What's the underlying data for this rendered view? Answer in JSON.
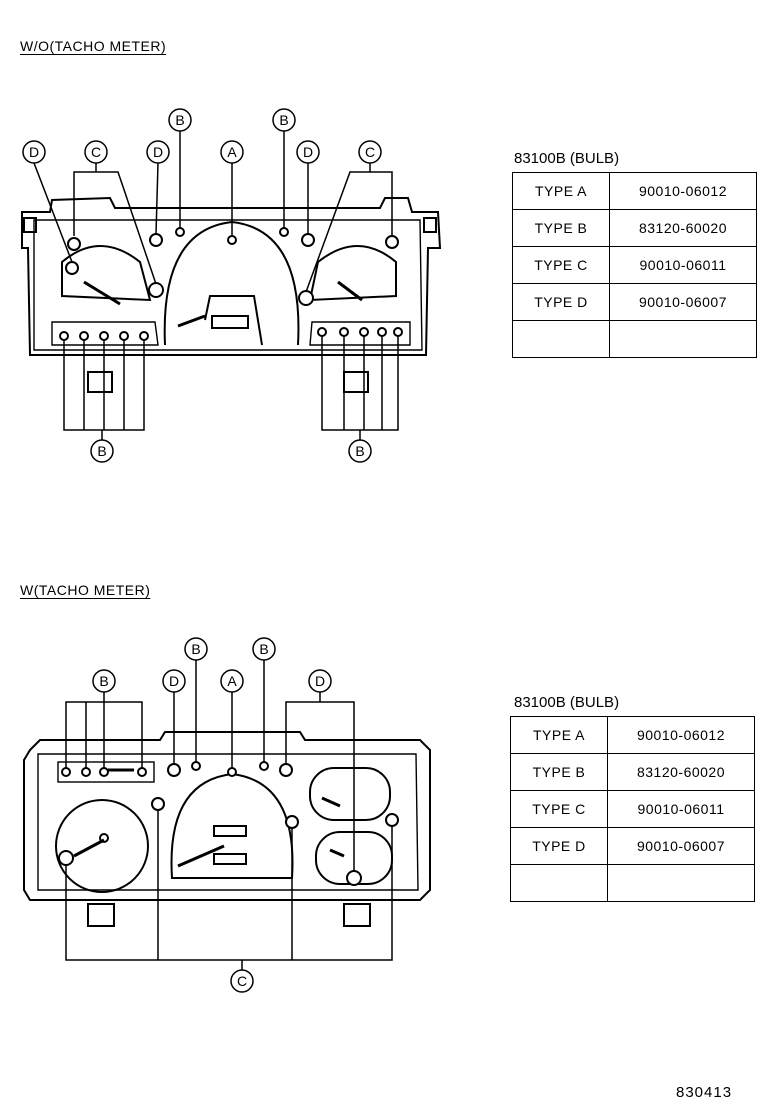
{
  "sections": [
    {
      "title": "W/O(TACHO METER)",
      "part_title": "83100B (BULB)",
      "bulbs": [
        {
          "type": "TYPE A",
          "part_no": "90010-06012"
        },
        {
          "type": "TYPE B",
          "part_no": "83120-60020"
        },
        {
          "type": "TYPE C",
          "part_no": "90010-06011"
        },
        {
          "type": "TYPE D",
          "part_no": "90010-06007"
        },
        {
          "type": "",
          "part_no": ""
        }
      ],
      "callouts": [
        "D",
        "C",
        "D",
        "B",
        "A",
        "B",
        "D",
        "C",
        "B",
        "B"
      ]
    },
    {
      "title": "W(TACHO METER)",
      "part_title": "83100B (BULB)",
      "bulbs": [
        {
          "type": "TYPE A",
          "part_no": "90010-06012"
        },
        {
          "type": "TYPE B",
          "part_no": "83120-60020"
        },
        {
          "type": "TYPE C",
          "part_no": "90010-06011"
        },
        {
          "type": "TYPE D",
          "part_no": "90010-06007"
        },
        {
          "type": "",
          "part_no": ""
        }
      ],
      "callouts": [
        "B",
        "D",
        "B",
        "A",
        "B",
        "D",
        "C"
      ]
    }
  ],
  "drawing_code": "830413"
}
